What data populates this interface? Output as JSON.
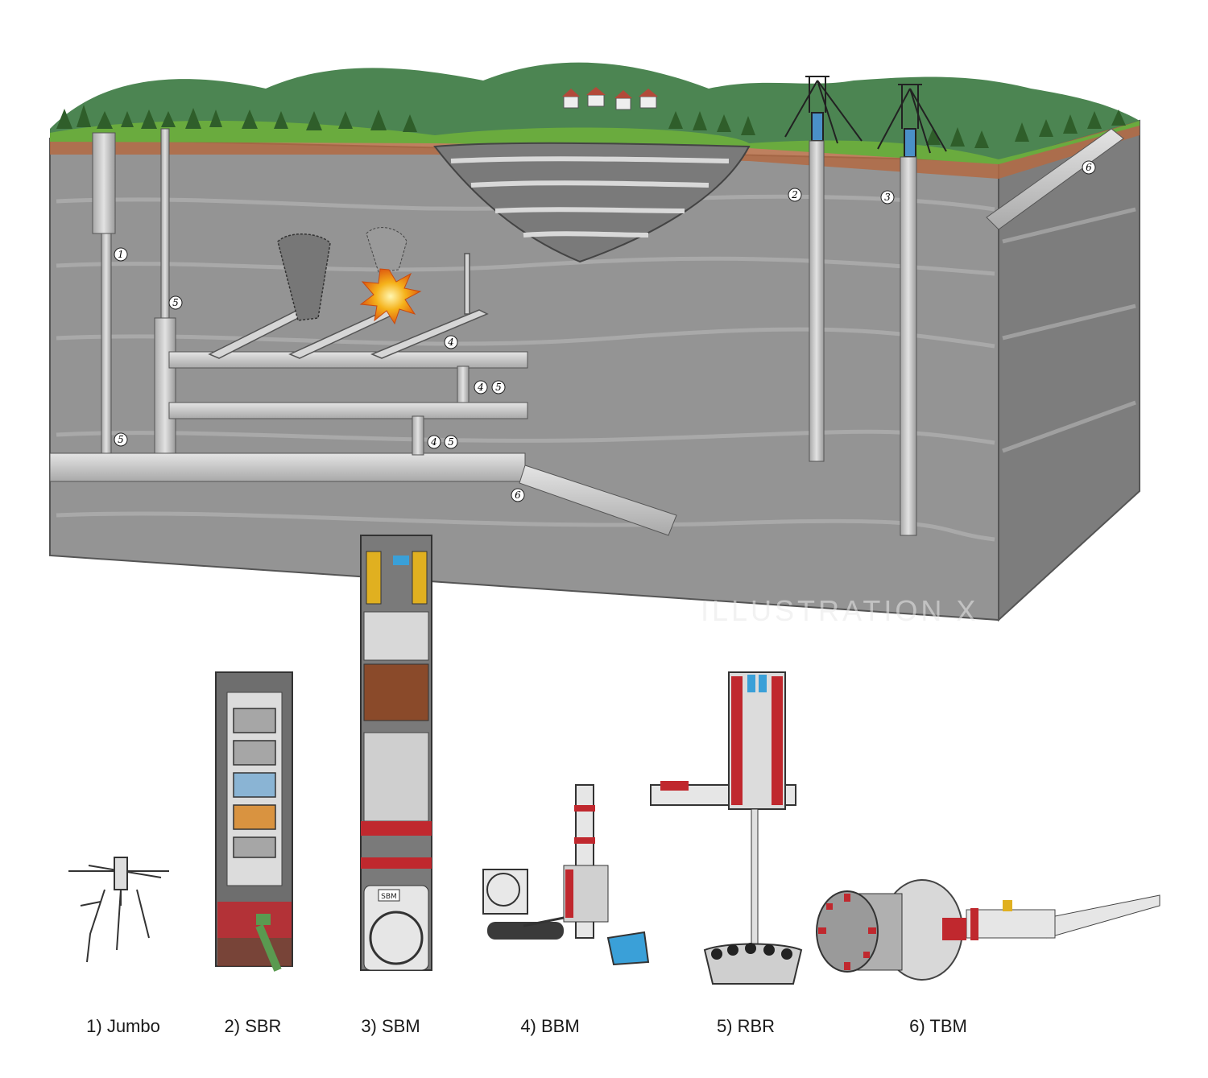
{
  "callouts": {
    "c1": "1",
    "c2": "2",
    "c3": "3",
    "c4a": "4",
    "c45a": "4",
    "c45a2": "5",
    "c45b": "4",
    "c45b2": "5",
    "c5a": "5",
    "c5b": "5",
    "c6a": "6",
    "c6b": "6"
  },
  "captions": [
    {
      "id": "jumbo",
      "label": "1) Jumbo"
    },
    {
      "id": "sbr",
      "label": "2) SBR"
    },
    {
      "id": "sbm",
      "label": "3) SBM"
    },
    {
      "id": "bbm",
      "label": "4) BBM"
    },
    {
      "id": "rbr",
      "label": "5) RBR"
    },
    {
      "id": "tbm",
      "label": "6) TBM"
    }
  ],
  "watermark": "ILLUSTRATION X",
  "sbm_plate": "SBM",
  "colors": {
    "ground": "#8f8f8f",
    "ground_side": "#7b7b7b",
    "grass": "#5d9a3a",
    "hill": "#3f7a4a",
    "soil": "#b0663f",
    "tunnel": "#c8c8c8",
    "machine_red": "#c0282e",
    "machine_yellow": "#e0b020",
    "machine_brown": "#8a4a2a",
    "machine_blue": "#3aa0d8",
    "explosion": "#f5b21a"
  }
}
